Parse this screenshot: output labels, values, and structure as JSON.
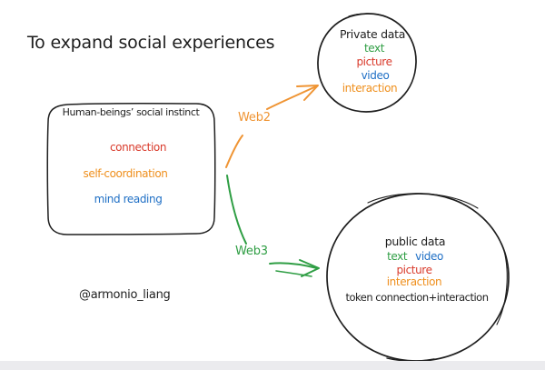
{
  "palette": {
    "ink": "#1e1e1e",
    "red": "#d93a2b",
    "green": "#2f9e44",
    "blue": "#1f6fc5",
    "orange": "#ef8f1c"
  },
  "title": {
    "text": "To expand social experiences",
    "color": "#1e1e1e"
  },
  "handle": {
    "text": "@armonio_liang",
    "color": "#1e1e1e"
  },
  "instinct_box": {
    "title": "Human-beings’ social instinct",
    "title_color": "#1e1e1e",
    "items": [
      {
        "label": "connection",
        "color": "#d93a2b"
      },
      {
        "label": "self-coordination",
        "color": "#ef8f1c"
      },
      {
        "label": "mind reading",
        "color": "#1f6fc5"
      }
    ]
  },
  "web2_arrow": {
    "label": "Web2",
    "color": "#ef9433"
  },
  "web3_arrow": {
    "label": "Web3",
    "color": "#2f9e44"
  },
  "private_circle": {
    "title": "Private data",
    "title_color": "#1e1e1e",
    "items": [
      {
        "label": "text",
        "color": "#2f9e44"
      },
      {
        "label": "picture",
        "color": "#d93a2b"
      },
      {
        "label": "video",
        "color": "#1f6fc5"
      },
      {
        "label": "interaction",
        "color": "#ef8f1c"
      }
    ]
  },
  "public_circle": {
    "title": "public data",
    "title_color": "#1e1e1e",
    "row1": [
      {
        "label": "text",
        "color": "#2f9e44"
      },
      {
        "label": "video",
        "color": "#1f6fc5"
      }
    ],
    "items": [
      {
        "label": "picture",
        "color": "#d93a2b"
      },
      {
        "label": "interaction",
        "color": "#ef8f1c"
      }
    ],
    "note": "token connection+interaction",
    "note_color": "#1e1e1e"
  }
}
